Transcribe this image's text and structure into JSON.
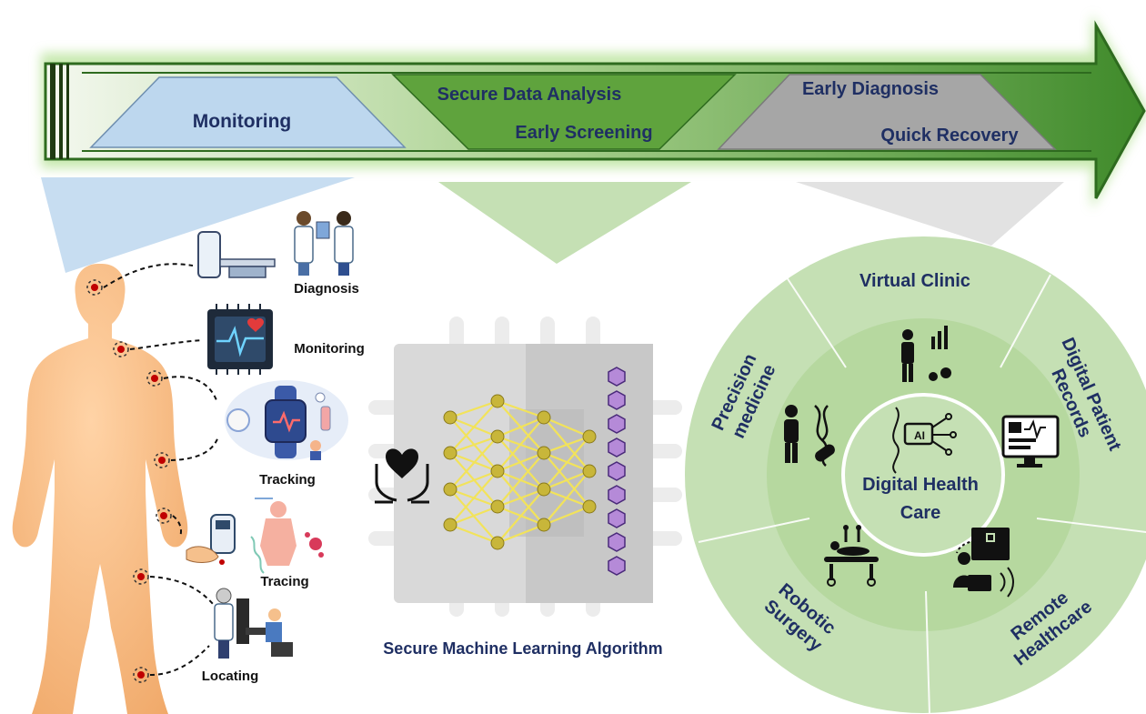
{
  "banner": {
    "stage1": "Monitoring",
    "stage2_line1": "Secure Data Analysis",
    "stage2_line2": "Early Screening",
    "stage3_line1": "Early Diagnosis",
    "stage3_line2": "Quick Recovery"
  },
  "body_panel": {
    "items": [
      {
        "label": "Diagnosis",
        "icon": "mri-scanner-icon"
      },
      {
        "label": "Monitoring",
        "icon": "chip-heartbeat-icon"
      },
      {
        "label": "Tracking",
        "icon": "smartwatch-icon"
      },
      {
        "label": "Tracing",
        "icon": "glucose-meter-icon"
      },
      {
        "label": "Locating",
        "icon": "rehab-robot-icon"
      }
    ]
  },
  "center": {
    "caption": "Secure Machine Learning Algorithm",
    "icons": [
      "heart-hands-icon",
      "neural-network-icon",
      "blockchain-icon"
    ]
  },
  "wheel": {
    "center_line1": "Digital Health",
    "center_line2": "Care",
    "segments": [
      {
        "label": "Virtual Clinic"
      },
      {
        "label_line1": "Digital Patient",
        "label_line2": "Records"
      },
      {
        "label_line1": "Remote",
        "label_line2": "Healthcare"
      },
      {
        "label_line1": "Robotic",
        "label_line2": "Surgery"
      },
      {
        "label_line1": "Precision",
        "label_line2": "medicine"
      }
    ]
  },
  "colors": {
    "navy": "#1f2f63",
    "blue_tri": "#bdd7ee",
    "green_dark": "#3f8a2a",
    "green_light": "#c5e0b4",
    "grey_tri": "#a6a6a6",
    "skin": "#f5c08c"
  }
}
